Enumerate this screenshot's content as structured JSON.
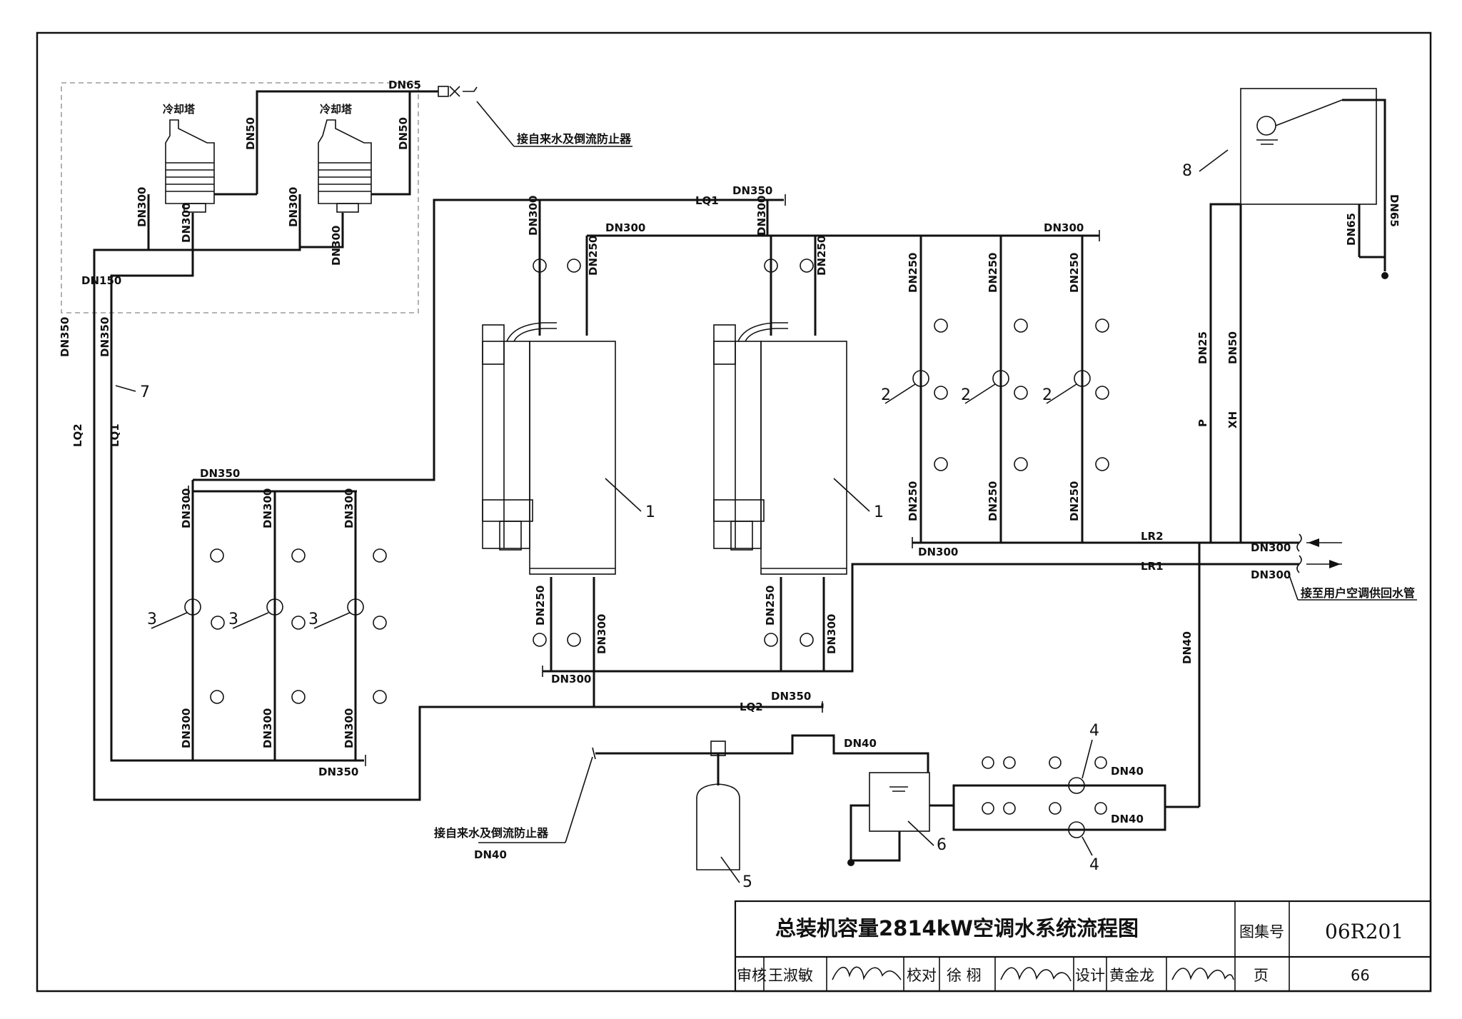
{
  "title_block": {
    "title": "总装机容量2814kW空调水系统流程图",
    "atlas_label": "图集号",
    "atlas_code": "06R201",
    "review_label": "审核",
    "reviewer": "王淑敏",
    "check_label": "校对",
    "checker": "徐 栩",
    "design_label": "设计",
    "designer": "黄金龙",
    "page_label": "页",
    "page_no": "66"
  },
  "cooling_towers": {
    "label_1": "冷却塔",
    "label_2": "冷却塔"
  },
  "notes": {
    "makeup_top": "接自来水及倒流防止器",
    "makeup_bottom": "接自来水及倒流防止器",
    "user_pipes": "接至用户空调供回水管"
  },
  "pipe_labels": {
    "dn65": "DN65",
    "dn50": "DN50",
    "dn300": "DN300",
    "dn350": "DN350",
    "dn250": "DN250",
    "dn150": "DN150",
    "dn40": "DN40",
    "dn25": "DN25",
    "lq1": "LQ1",
    "lq2": "LQ2",
    "lr1": "LR1",
    "lr2": "LR2",
    "p": "P",
    "xh": "XH"
  },
  "equipment_numbers": {
    "n1": "1",
    "n2": "2",
    "n3": "3",
    "n4": "4",
    "n5": "5",
    "n6": "6",
    "n7": "7",
    "n8": "8"
  },
  "signature_note": "handwritten signatures next to each name in the title block"
}
